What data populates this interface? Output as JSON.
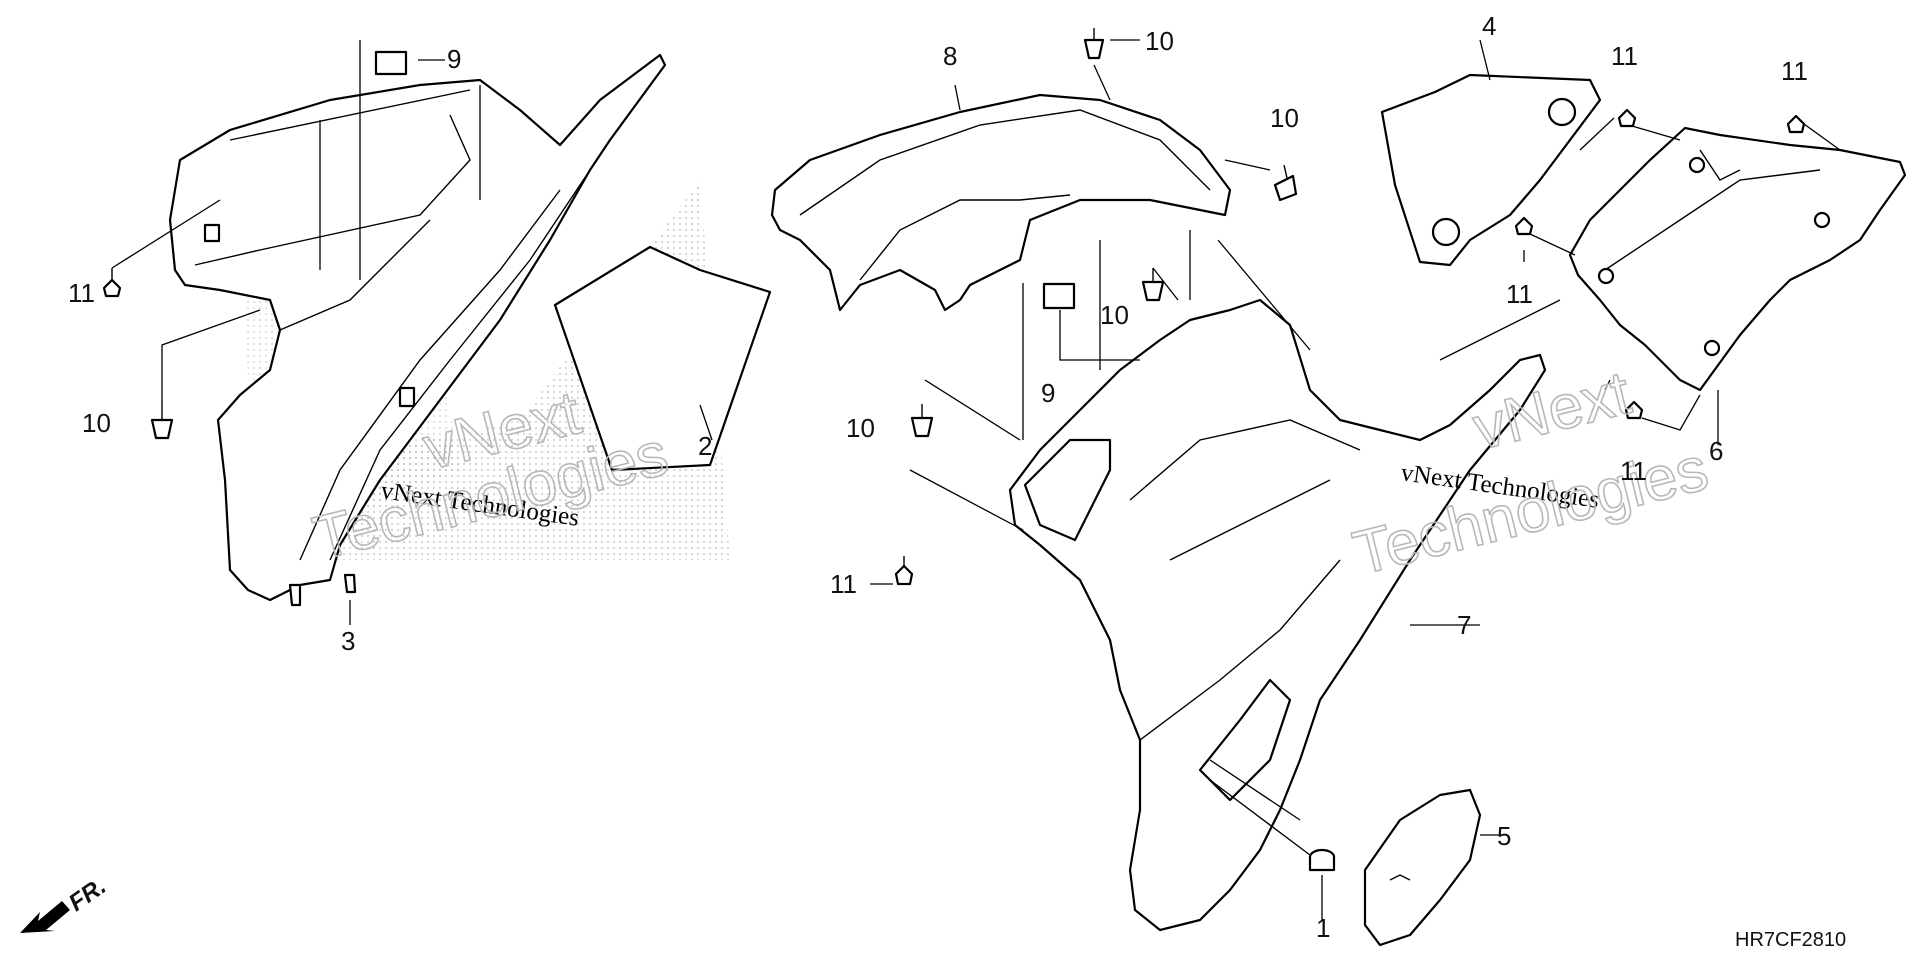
{
  "diagram": {
    "part_code": "HR7CF2810",
    "direction_label": "FR.",
    "watermark": {
      "small_text": "vNext Technologies",
      "large_line1": "vNext",
      "large_line2": "Technologies"
    },
    "callouts": [
      {
        "id": "c9a",
        "label": "9"
      },
      {
        "id": "c11a",
        "label": "11"
      },
      {
        "id": "c10a",
        "label": "10"
      },
      {
        "id": "c3",
        "label": "3"
      },
      {
        "id": "c2",
        "label": "2"
      },
      {
        "id": "c8",
        "label": "8"
      },
      {
        "id": "c10b",
        "label": "10"
      },
      {
        "id": "c10c",
        "label": "10"
      },
      {
        "id": "c10d",
        "label": "10"
      },
      {
        "id": "c9b",
        "label": "9"
      },
      {
        "id": "c10e",
        "label": "10"
      },
      {
        "id": "c11b",
        "label": "11"
      },
      {
        "id": "c4",
        "label": "4"
      },
      {
        "id": "c11c",
        "label": "11"
      },
      {
        "id": "c11d",
        "label": "11"
      },
      {
        "id": "c11e",
        "label": "11"
      },
      {
        "id": "c11f",
        "label": "11"
      },
      {
        "id": "c6",
        "label": "6"
      },
      {
        "id": "c7",
        "label": "7"
      },
      {
        "id": "c1",
        "label": "1"
      },
      {
        "id": "c5",
        "label": "5"
      }
    ]
  },
  "colors": {
    "line": "#000000",
    "background": "#ffffff",
    "stipple": "#9a9a9a",
    "watermark_outline": "#b8b8b8"
  }
}
